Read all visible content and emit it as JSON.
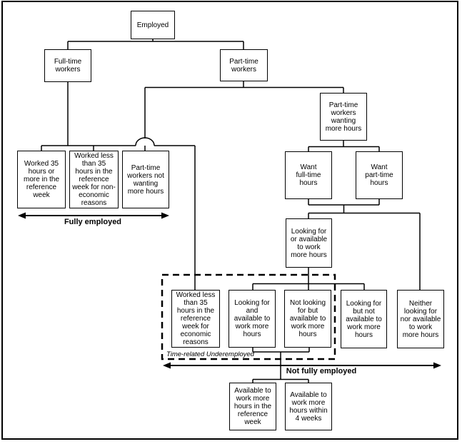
{
  "diagram": {
    "nodes": {
      "employed": "Employed",
      "full_time_workers": "Full-time\nworkers",
      "part_time_workers": "Part-time\nworkers",
      "worked_35_or_more": "Worked 35\nhours or\nmore in the\nreference\nweek",
      "worked_less_non_economic": "Worked less\nthan 35\nhours in the\nreference\nweek for non-\neconomic\nreasons",
      "pt_not_wanting_more": "Part-time\nworkers not\nwanting\nmore hours",
      "pt_wanting_more": "Part-time\nworkers\nwanting\nmore hours",
      "want_full_time": "Want\nfull-time\nhours",
      "want_part_time": "Want\npart-time\nhours",
      "looking_or_available": "Looking for\nor available\nto work\nmore hours",
      "worked_less_economic": "Worked less\nthan 35\nhours in the\nreference\nweek for\neconomic\nreasons",
      "looking_and_available": "Looking for\nand\navailable to\nwork more\nhours",
      "not_looking_but_available": "Not looking\nfor but\navailable to\nwork more\nhours",
      "looking_but_not_available": "Looking for\nbut not\navailable to\nwork more\nhours",
      "neither_looking_nor_available": "Neither\nlooking for\nnor available\nto work\nmore hours",
      "available_reference_week": "Available to\nwork more\nhours in the\nreference\nweek",
      "available_within_4_weeks": "Available to\nwork more\nhours within\n4 weeks"
    },
    "annotations": {
      "fully_employed": "Fully employed",
      "not_fully_employed": "Not fully employed",
      "time_related_underemployed": "Time-related Underemployed"
    },
    "colors": {
      "line": "#000000",
      "background": "#ffffff"
    }
  }
}
